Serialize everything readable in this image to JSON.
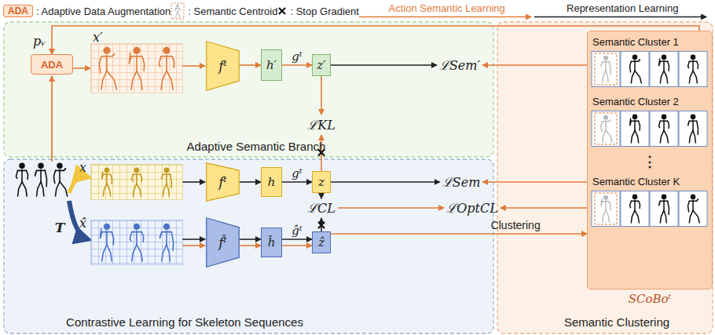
{
  "diagram": {
    "nodes": [
      {
        "text": [
          "Adaptive Semantic Branch"
        ]
      },
      {
        "text": [
          "ADA"
        ],
        "in": 0
      },
      {
        "text": [
          "x′"
        ],
        "in": 0
      },
      {
        "text": [
          "fᵗ"
        ],
        "in": 0
      },
      {
        "text": [
          "h′"
        ],
        "in": 0
      },
      {
        "text": [
          "z′"
        ],
        "in": 0
      },
      {
        "text": [
          "Contrastive Learning for Skeleton Sequences"
        ]
      },
      {
        "text": [
          "x"
        ],
        "in": 6
      },
      {
        "text": [
          "fᵗ"
        ],
        "in": 6
      },
      {
        "text": [
          "h"
        ],
        "in": 6
      },
      {
        "text": [
          "z"
        ],
        "in": 6
      },
      {
        "text": [
          "x̂"
        ],
        "in": 6
      },
      {
        "text": [
          "f̂ᵗ"
        ],
        "in": 6
      },
      {
        "text": [
          "ĥ"
        ],
        "in": 6
      },
      {
        "text": [
          "ẑ"
        ],
        "in": 6
      },
      {
        "text": [
          "Semantic Clustering"
        ]
      },
      {
        "text": [
          "SCoBoᵗ"
        ],
        "in": 15
      },
      {
        "text": [
          "Semantic Cluster 1"
        ],
        "in": 16
      },
      {
        "text": [
          "Semantic Cluster 2"
        ],
        "in": 16
      },
      {
        "text": [
          "Semantic Cluster K"
        ],
        "in": 16
      }
    ],
    "edges": [
      {
        "from": 1,
        "to": 2,
        "arrow": "to"
      },
      {
        "from": 2,
        "to": 3,
        "arrow": "to"
      },
      {
        "from": 3,
        "to": 4,
        "arrow": "to"
      },
      {
        "from": 4,
        "to": 5,
        "arrow": "to",
        "label": "gᵗ"
      },
      {
        "from": 7,
        "to": 8,
        "arrow": "to"
      },
      {
        "from": 8,
        "to": 9,
        "arrow": "to"
      },
      {
        "from": 9,
        "to": 10,
        "arrow": "to",
        "label": "gᵗ"
      },
      {
        "from": 11,
        "to": 12,
        "arrow": "to"
      },
      {
        "from": 12,
        "to": 13,
        "arrow": "to"
      },
      {
        "from": 13,
        "to": 14,
        "arrow": "to",
        "label": "ĝᵗ"
      },
      {
        "from": 14,
        "to": 16,
        "arrow": "to",
        "label": "Clustering"
      },
      {
        "from": 16,
        "to": 1,
        "arrow": "to"
      }
    ],
    "labels": [
      "ADA",
      "pᵥ",
      "T",
      "ℒKL",
      "ℒSem′",
      "ℒSem",
      "ℒCL",
      "ℒOptCL",
      "⋮"
    ],
    "legend": [
      {
        "text": ": Adaptive Data Augmentation"
      },
      {
        "text": ": Semantic Centroid"
      },
      {
        "text": ": Stop Gradient"
      },
      {
        "text": "Action Semantic Learning"
      },
      {
        "text": "Representation Learning"
      }
    ]
  }
}
